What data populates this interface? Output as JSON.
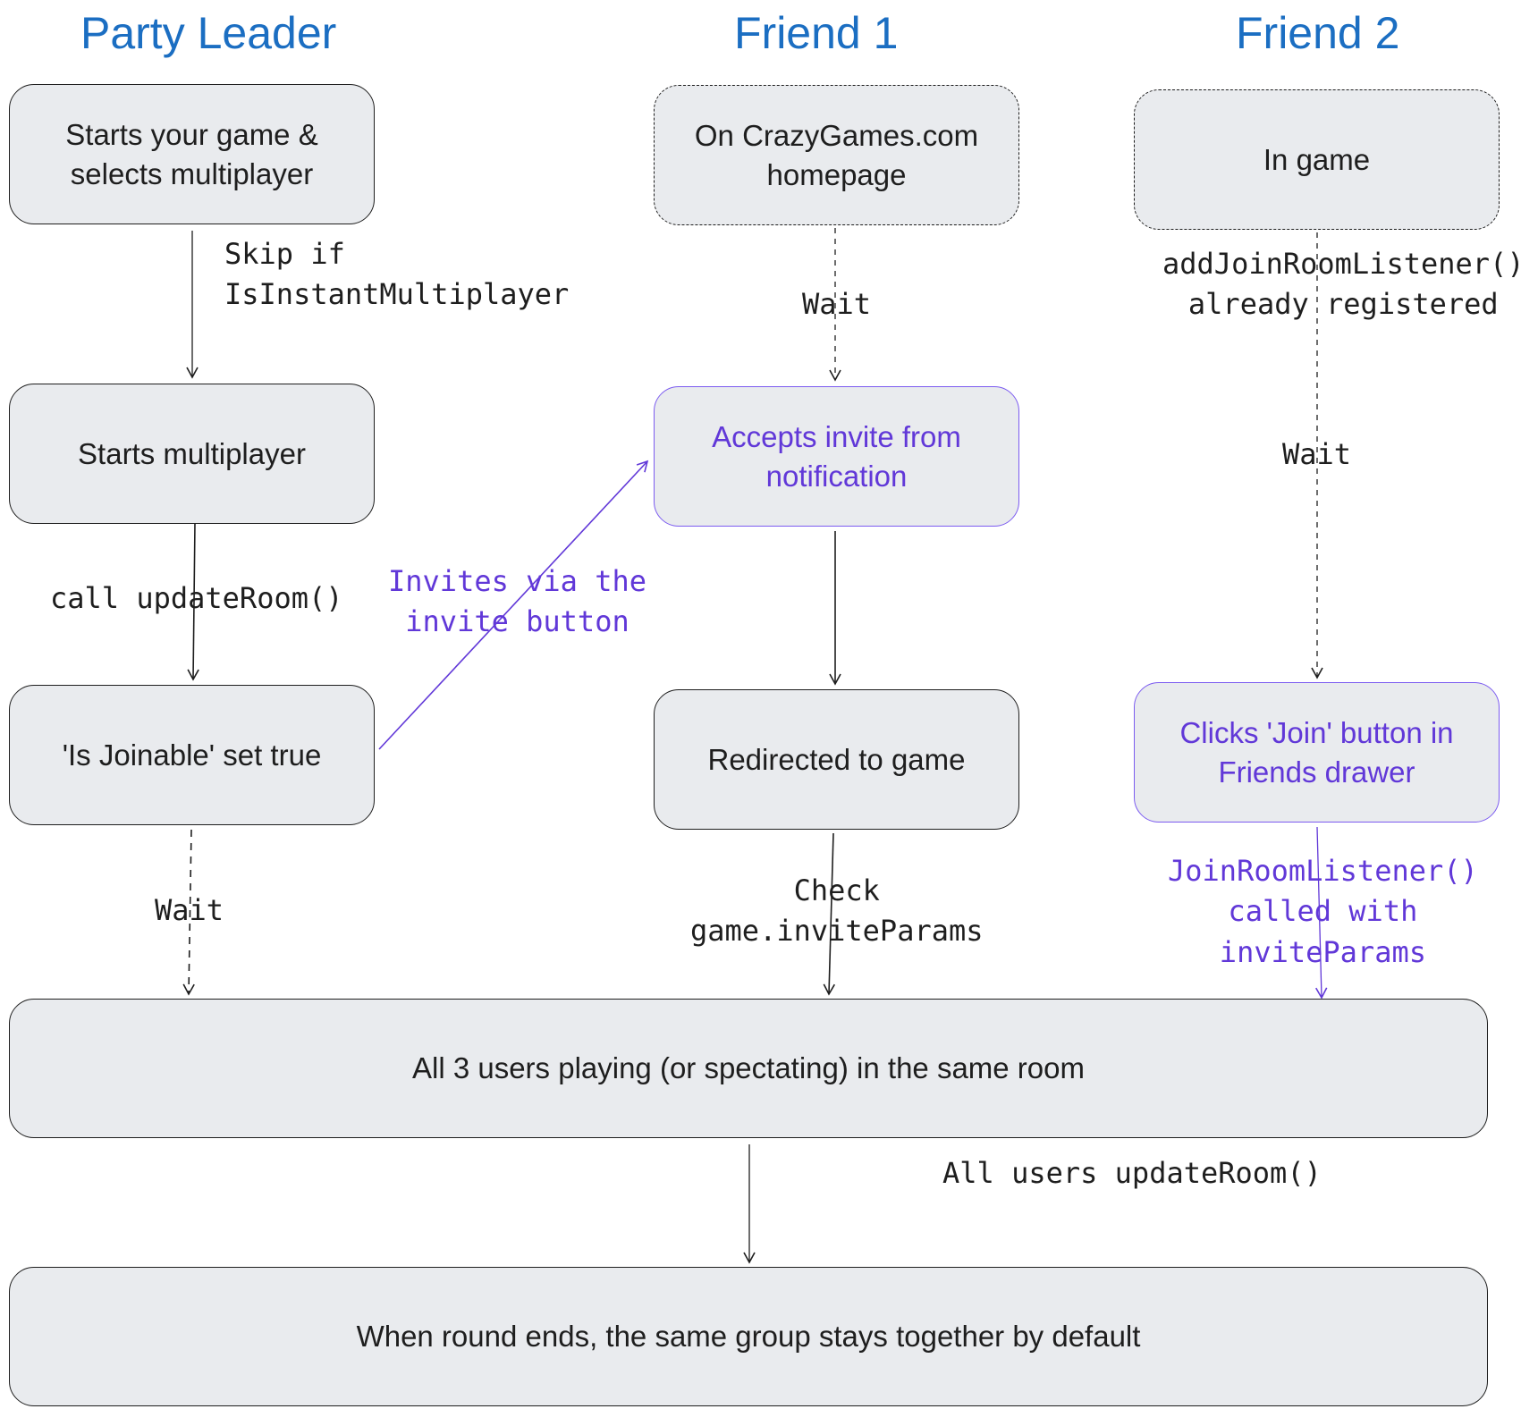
{
  "lanes": {
    "party_leader": "Party Leader",
    "friend_1": "Friend 1",
    "friend_2": "Friend 2"
  },
  "nodes": {
    "leader_start": "Starts your game & selects multiplayer",
    "leader_multiplayer": "Starts multiplayer",
    "leader_joinable": "'Is Joinable' set true",
    "friend1_homepage": "On CrazyGames.com homepage",
    "friend1_accepts": "Accepts invite from notification",
    "friend1_redirected": "Redirected to game",
    "friend2_in_game": "In game",
    "friend2_clicks_join": "Clicks 'Join' button in Friends drawer",
    "all_playing": "All 3 users playing (or spectating) in the same room",
    "round_ends": "When round ends, the same group stays together by default"
  },
  "edge_labels": {
    "skip_if_1": "Skip if",
    "skip_if_2": "IsInstantMultiplayer",
    "call_update_room": "call updateRoom()",
    "leader_wait": "Wait",
    "invites_1": "Invites via the",
    "invites_2": "invite button",
    "friend1_wait": "Wait",
    "check_1": "Check",
    "check_2": "game.inviteParams",
    "listener_1": "addJoinRoomListener()",
    "listener_2": "already registered",
    "friend2_wait": "Wait",
    "join_room_1": "JoinRoomListener()",
    "join_room_2": "called with",
    "join_room_3": "inviteParams",
    "all_users_update": "All users updateRoom()"
  },
  "colors": {
    "lane_title": "#1b6ec2",
    "node_fill": "#e9ebee",
    "stroke": "#1e1e1e",
    "accent_purple": "#6138d8"
  }
}
